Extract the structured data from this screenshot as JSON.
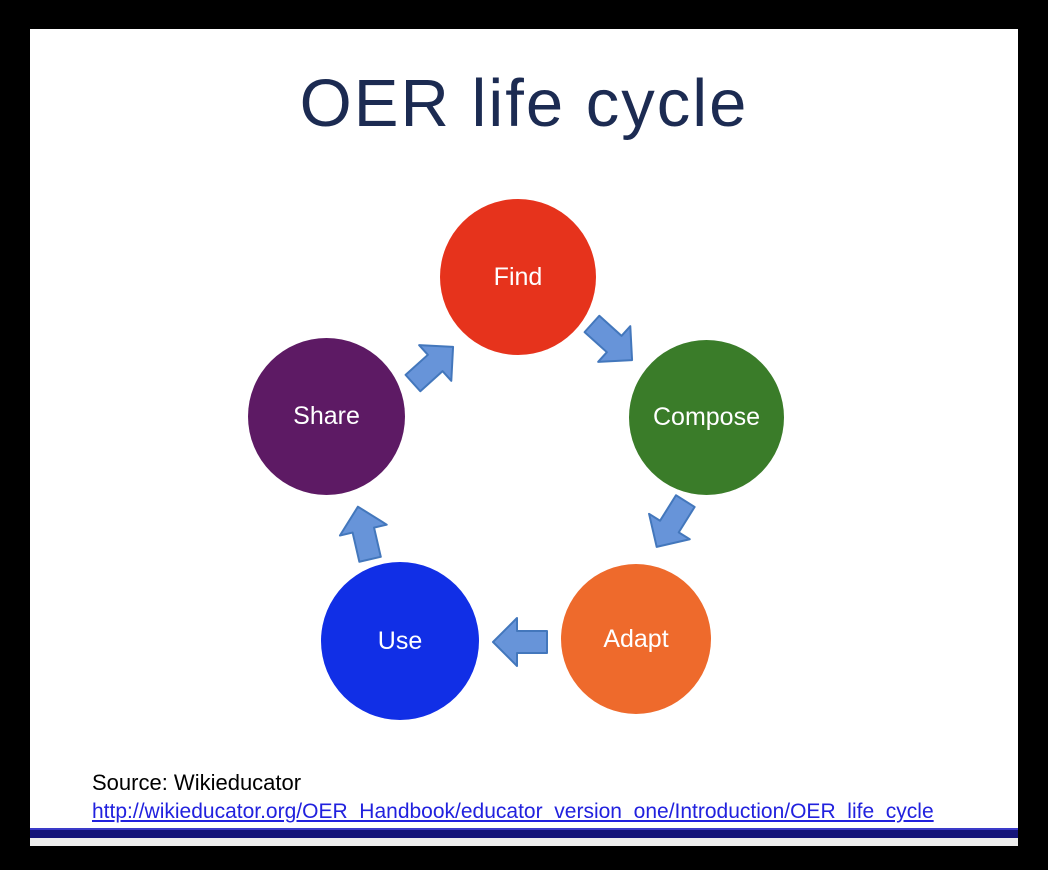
{
  "title": "OER life cycle",
  "colors": {
    "title_text": "#1c2b52",
    "slide_background": "#ffffff",
    "frame": "#000000",
    "footer_bar": "#14147a",
    "footer_bar_highlight": "#3a3ac8",
    "footer_strip": "#ededed",
    "arrow_fill": "#6794d9",
    "arrow_stroke": "#4377bc",
    "node_text": "#ffffff"
  },
  "cycle": {
    "direction": "clockwise",
    "sequence": [
      "Find",
      "Compose",
      "Adapt",
      "Use",
      "Share"
    ],
    "nodes": [
      {
        "label": "Find",
        "color": "#e6331c",
        "position": "top"
      },
      {
        "label": "Compose",
        "color": "#3a7c29",
        "position": "right"
      },
      {
        "label": "Adapt",
        "color": "#ee6a2c",
        "position": "bottom-right"
      },
      {
        "label": "Use",
        "color": "#112fe6",
        "position": "bottom-left"
      },
      {
        "label": "Share",
        "color": "#5d1a64",
        "position": "left"
      }
    ],
    "arrows": [
      {
        "from": "Share",
        "to": "Find"
      },
      {
        "from": "Find",
        "to": "Compose"
      },
      {
        "from": "Compose",
        "to": "Adapt"
      },
      {
        "from": "Adapt",
        "to": "Use"
      },
      {
        "from": "Use",
        "to": "Share"
      }
    ]
  },
  "source": {
    "label": "Source: Wikieducator",
    "url": "http://wikieducator.org/OER_Handbook/educator_version_one/Introduction/OER_life_cycle",
    "link_color": "#2121de"
  }
}
